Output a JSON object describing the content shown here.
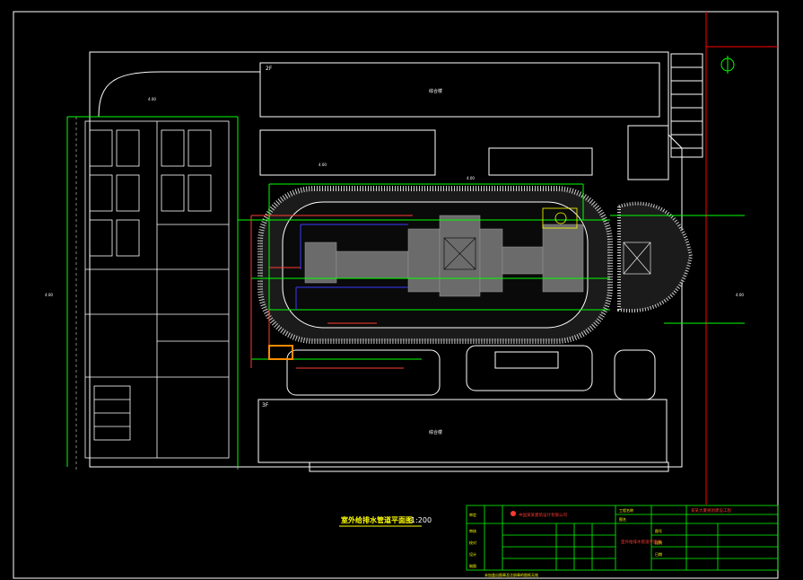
{
  "drawing": {
    "title": "室外给排水管道平面图",
    "scale": "1:200",
    "floor_label_top": "2F",
    "floor_label_bottom": "3F",
    "north_symbol": "N",
    "block_label_top": "综合楼",
    "block_label_bottom": "综合楼",
    "dim_label": "4.00",
    "colors": {
      "background": "#000000",
      "outline": "#ffffff",
      "water_supply": "#00ff00",
      "drainage": "#ff3b30",
      "rain": "#3b3bff",
      "frame": "#ff0000",
      "title_block": "#00ff00",
      "text": "#ffff00"
    }
  },
  "title_block": {
    "company": "中国某某建筑设计有限公司",
    "project_name": "某某大厦规划建设工程",
    "drawing_name": "室外给排水管道平面图",
    "footer_note": "未加盖出图章及注册章的图纸无效",
    "row_labels": [
      "审定",
      "审核",
      "校对",
      "设计",
      "制图"
    ],
    "col_labels": [
      "工程名称",
      "图名",
      "图号",
      "比例",
      "日期"
    ]
  }
}
